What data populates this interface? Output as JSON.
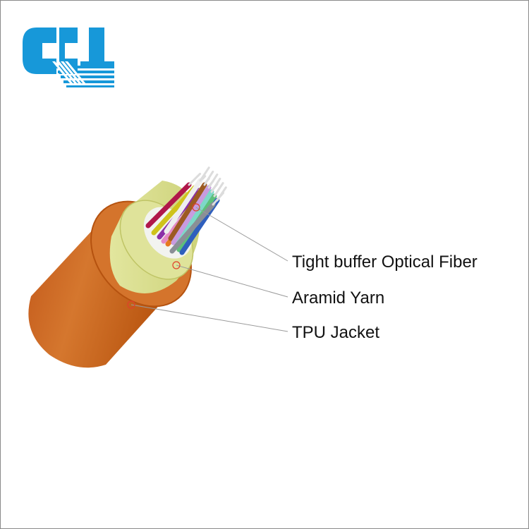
{
  "labels": {
    "fiber": "Tight buffer Optical Fiber",
    "yarn": "Aramid Yarn",
    "jacket": "TPU Jacket"
  },
  "colors": {
    "jacket": "#cf6a1e",
    "jacket_shade": "#b4520f",
    "yarn": "#d9dd8f",
    "yarn_inner": "#c5cb6a",
    "logo": "#1798d9",
    "leader_line": "#9a9a9a",
    "marker": "#e0402b"
  },
  "icons": {
    "logo": "company-logo-icon"
  },
  "fibers": [
    {
      "name": "red",
      "color": "#b0174a"
    },
    {
      "name": "yellow",
      "color": "#cfc31b"
    },
    {
      "name": "purple",
      "color": "#8b2fa8"
    },
    {
      "name": "pink",
      "color": "#e58ac5"
    },
    {
      "name": "orange",
      "color": "#e67920"
    },
    {
      "name": "brown",
      "color": "#9c5a22"
    },
    {
      "name": "lilac",
      "color": "#c89bdf"
    },
    {
      "name": "aqua",
      "color": "#7dd8c8"
    },
    {
      "name": "green",
      "color": "#5dc07a"
    },
    {
      "name": "blue",
      "color": "#2f5fbd"
    },
    {
      "name": "white",
      "color": "#eeeeee"
    },
    {
      "name": "slate",
      "color": "#8a8f96"
    }
  ]
}
